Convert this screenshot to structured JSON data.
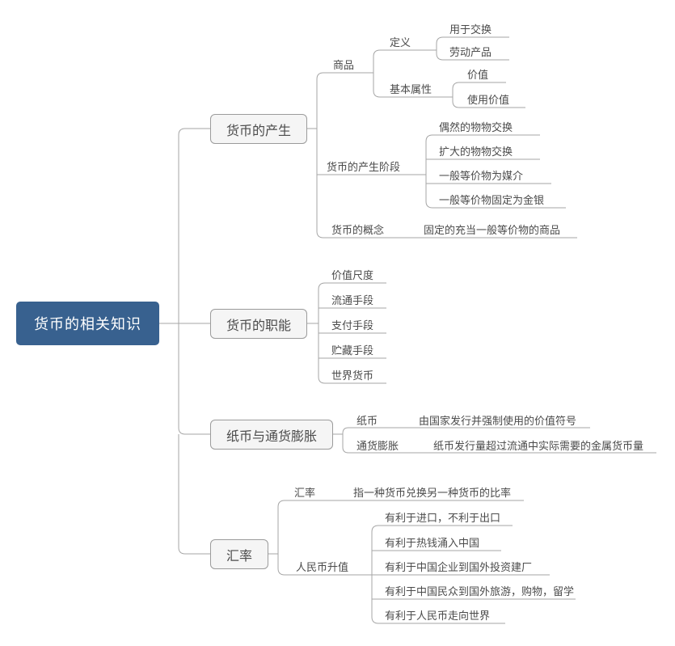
{
  "colors": {
    "root_bg": "#38618f",
    "root_text": "#ffffff",
    "topic_bg": "#f5f5f5",
    "topic_border": "#9b9b9b",
    "line": "#a6a6a6",
    "text": "#4b4b4b"
  },
  "root": {
    "label": "货币的相关知识"
  },
  "branches": [
    {
      "label": "货币的产生",
      "children": [
        {
          "label": "商品",
          "children": [
            {
              "label": "定义",
              "children": [
                {
                  "label": "用于交换"
                },
                {
                  "label": "劳动产品"
                }
              ]
            },
            {
              "label": "基本属性",
              "children": [
                {
                  "label": "价值"
                },
                {
                  "label": "使用价值"
                }
              ]
            }
          ]
        },
        {
          "label": "货币的产生阶段",
          "children": [
            {
              "label": "偶然的物物交换"
            },
            {
              "label": "扩大的物物交换"
            },
            {
              "label": "一般等价物为媒介"
            },
            {
              "label": "一般等价物固定为金银"
            }
          ]
        },
        {
          "label": "货币的概念",
          "children": [
            {
              "label": "固定的充当一般等价物的商品"
            }
          ]
        }
      ]
    },
    {
      "label": "货币的职能",
      "children": [
        {
          "label": "价值尺度"
        },
        {
          "label": "流通手段"
        },
        {
          "label": "支付手段"
        },
        {
          "label": "贮藏手段"
        },
        {
          "label": "世界货币"
        }
      ]
    },
    {
      "label": "纸币与通货膨胀",
      "children": [
        {
          "label": "纸币",
          "children": [
            {
              "label": "由国家发行并强制使用的价值符号"
            }
          ]
        },
        {
          "label": "通货膨胀",
          "children": [
            {
              "label": "纸币发行量超过流通中实际需要的金属货币量"
            }
          ]
        }
      ]
    },
    {
      "label": "汇率",
      "children": [
        {
          "label": "汇率",
          "children": [
            {
              "label": "指一种货币兑换另一种货币的比率"
            }
          ]
        },
        {
          "label": "人民币升值",
          "children": [
            {
              "label": "有利于进口，不利于出口"
            },
            {
              "label": "有利于热钱涌入中国"
            },
            {
              "label": "有利于中国企业到国外投资建厂"
            },
            {
              "label": "有利于中国民众到国外旅游，购物，留学"
            },
            {
              "label": "有利于人民币走向世界"
            }
          ]
        }
      ]
    }
  ]
}
